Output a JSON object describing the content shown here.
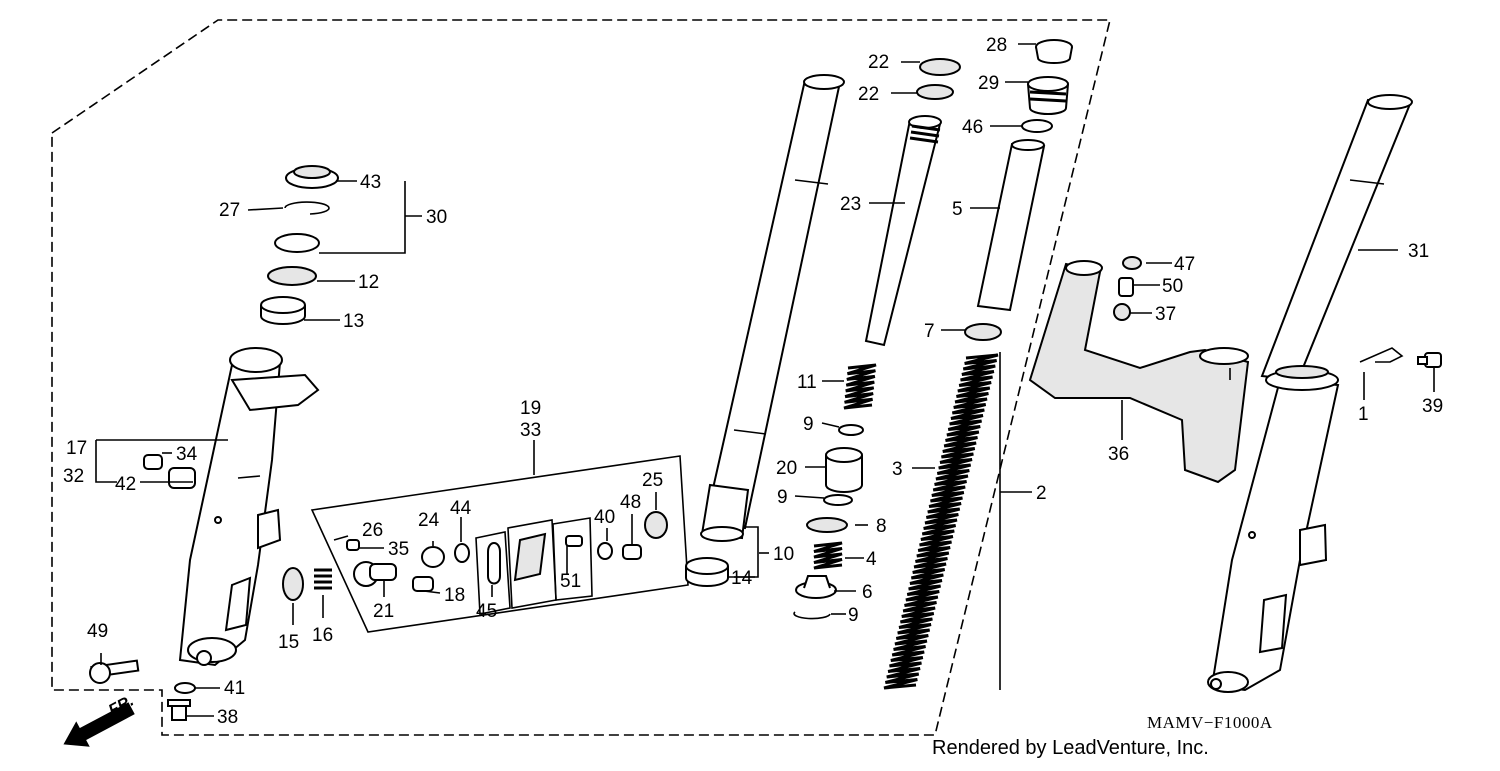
{
  "diagram": {
    "code": "MAMV−F1000A",
    "credit": "Rendered by LeadVenture, Inc.",
    "direction_label": "FR.",
    "callouts": {
      "c1": "1",
      "c2": "2",
      "c3": "3",
      "c4": "4",
      "c5": "5",
      "c6": "6",
      "c7": "7",
      "c8": "8",
      "c9a": "9",
      "c9b": "9",
      "c9c": "9",
      "c10": "10",
      "c11": "11",
      "c12": "12",
      "c13": "13",
      "c14": "14",
      "c15": "15",
      "c16": "16",
      "c17": "17",
      "c18": "18",
      "c19": "19",
      "c20": "20",
      "c21": "21",
      "c22a": "22",
      "c22b": "22",
      "c23": "23",
      "c24": "24",
      "c25": "25",
      "c26": "26",
      "c27": "27",
      "c28": "28",
      "c29": "29",
      "c30": "30",
      "c31": "31",
      "c32": "32",
      "c33": "33",
      "c34": "34",
      "c35": "35",
      "c36": "36",
      "c37": "37",
      "c38": "38",
      "c39": "39",
      "c40": "40",
      "c41": "41",
      "c42": "42",
      "c43": "43",
      "c44": "44",
      "c45": "45",
      "c46": "46",
      "c47": "47",
      "c48": "48",
      "c49": "49",
      "c50": "50",
      "c51": "51"
    }
  }
}
